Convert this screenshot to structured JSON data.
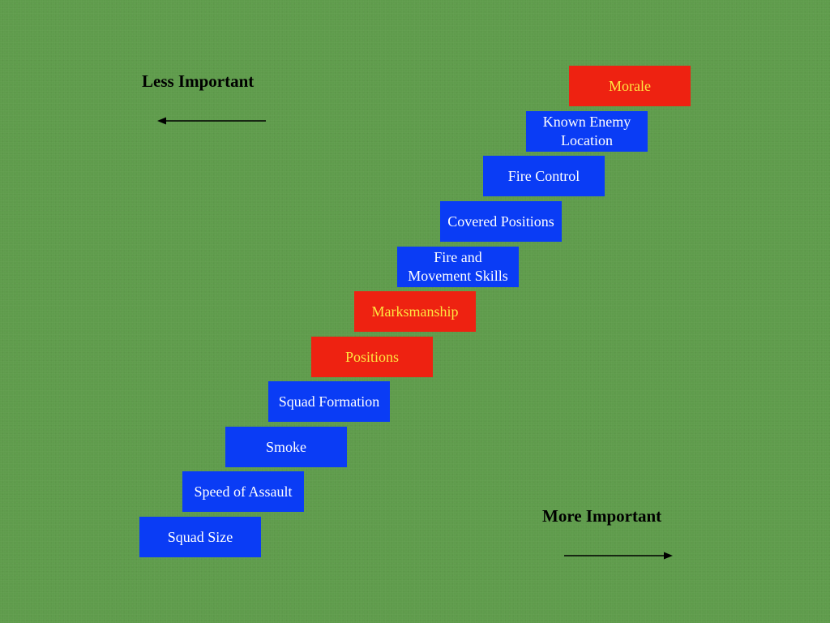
{
  "labels": {
    "less_important": "Less Important",
    "more_important": "More Important"
  },
  "colors": {
    "background": "#5f9c4c",
    "blue_box": "#0a3cf5",
    "red_box": "#ee2211",
    "blue_text": "#ffffff",
    "red_text": "#ffe640"
  },
  "steps": [
    {
      "label": "Squad Size",
      "color": "blue"
    },
    {
      "label": "Speed of Assault",
      "color": "blue"
    },
    {
      "label": "Smoke",
      "color": "blue"
    },
    {
      "label": "Squad Formation",
      "color": "blue"
    },
    {
      "label": "Positions",
      "color": "red"
    },
    {
      "label": "Marksmanship",
      "color": "red"
    },
    {
      "label": "Fire and\nMovement Skills",
      "color": "blue"
    },
    {
      "label": "Covered Positions",
      "color": "blue"
    },
    {
      "label": "Fire Control",
      "color": "blue"
    },
    {
      "label": "Known Enemy\nLocation",
      "color": "blue"
    },
    {
      "label": "Morale",
      "color": "red"
    }
  ]
}
